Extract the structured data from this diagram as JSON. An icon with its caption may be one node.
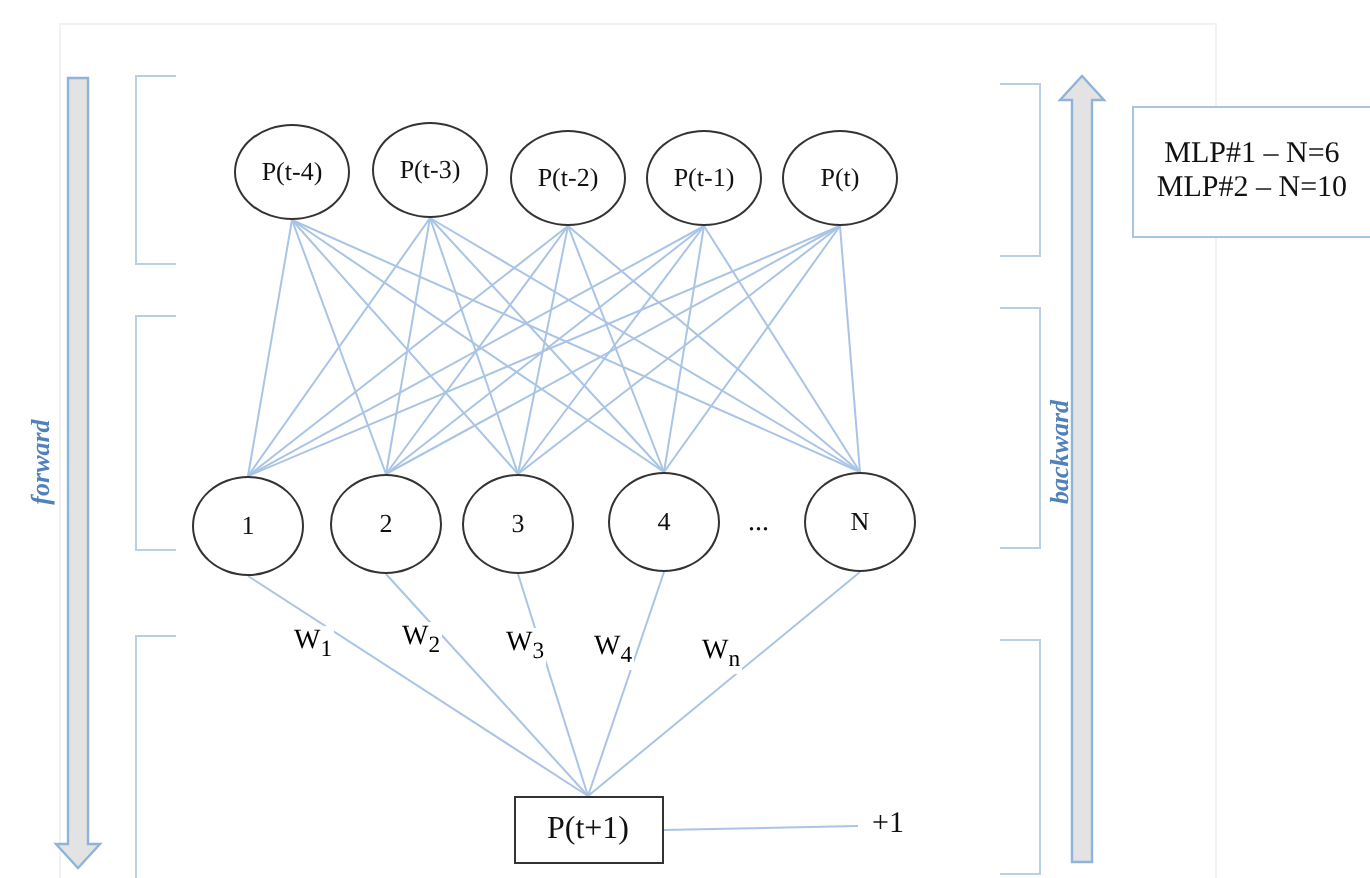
{
  "diagram": {
    "nodes": [
      {
        "text": [
          "P(t-4)"
        ]
      },
      {
        "text": [
          "P(t-3)"
        ]
      },
      {
        "text": [
          "P(t-2)"
        ]
      },
      {
        "text": [
          "P(t-1)"
        ]
      },
      {
        "text": [
          "P(t)"
        ]
      },
      {
        "text": [
          "1"
        ]
      },
      {
        "text": [
          "2"
        ]
      },
      {
        "text": [
          "3"
        ]
      },
      {
        "text": [
          "4"
        ]
      },
      {
        "text": [
          "N"
        ]
      },
      {
        "text": [
          "P(t+1)"
        ]
      },
      {
        "text": [
          "+1"
        ]
      },
      {
        "text": [
          "MLP#1 – N=6",
          "MLP#2 – N=10"
        ]
      }
    ],
    "edges": [
      {
        "from": 0,
        "to": 5,
        "arrow": "none"
      },
      {
        "from": 0,
        "to": 6,
        "arrow": "none"
      },
      {
        "from": 0,
        "to": 7,
        "arrow": "none"
      },
      {
        "from": 0,
        "to": 8,
        "arrow": "none"
      },
      {
        "from": 0,
        "to": 9,
        "arrow": "none"
      },
      {
        "from": 1,
        "to": 5,
        "arrow": "none"
      },
      {
        "from": 1,
        "to": 6,
        "arrow": "none"
      },
      {
        "from": 1,
        "to": 7,
        "arrow": "none"
      },
      {
        "from": 1,
        "to": 8,
        "arrow": "none"
      },
      {
        "from": 1,
        "to": 9,
        "arrow": "none"
      },
      {
        "from": 2,
        "to": 5,
        "arrow": "none"
      },
      {
        "from": 2,
        "to": 6,
        "arrow": "none"
      },
      {
        "from": 2,
        "to": 7,
        "arrow": "none"
      },
      {
        "from": 2,
        "to": 8,
        "arrow": "none"
      },
      {
        "from": 2,
        "to": 9,
        "arrow": "none"
      },
      {
        "from": 3,
        "to": 5,
        "arrow": "none"
      },
      {
        "from": 3,
        "to": 6,
        "arrow": "none"
      },
      {
        "from": 3,
        "to": 7,
        "arrow": "none"
      },
      {
        "from": 3,
        "to": 8,
        "arrow": "none"
      },
      {
        "from": 3,
        "to": 9,
        "arrow": "none"
      },
      {
        "from": 4,
        "to": 5,
        "arrow": "none"
      },
      {
        "from": 4,
        "to": 6,
        "arrow": "none"
      },
      {
        "from": 4,
        "to": 7,
        "arrow": "none"
      },
      {
        "from": 4,
        "to": 8,
        "arrow": "none"
      },
      {
        "from": 4,
        "to": 9,
        "arrow": "none"
      },
      {
        "from": 5,
        "to": 10,
        "arrow": "none",
        "label": "W$_{1}$"
      },
      {
        "from": 6,
        "to": 10,
        "arrow": "none",
        "label": "W$_{2}$"
      },
      {
        "from": 7,
        "to": 10,
        "arrow": "none",
        "label": "W$_{3}$"
      },
      {
        "from": 8,
        "to": 10,
        "arrow": "none",
        "label": "W$_{4}$"
      },
      {
        "from": 9,
        "to": 10,
        "arrow": "none",
        "label": "W$_{n}$"
      },
      {
        "from": 10,
        "to": 11,
        "arrow": "none"
      }
    ],
    "labels": [
      "forward",
      "...",
      "backward"
    ]
  }
}
